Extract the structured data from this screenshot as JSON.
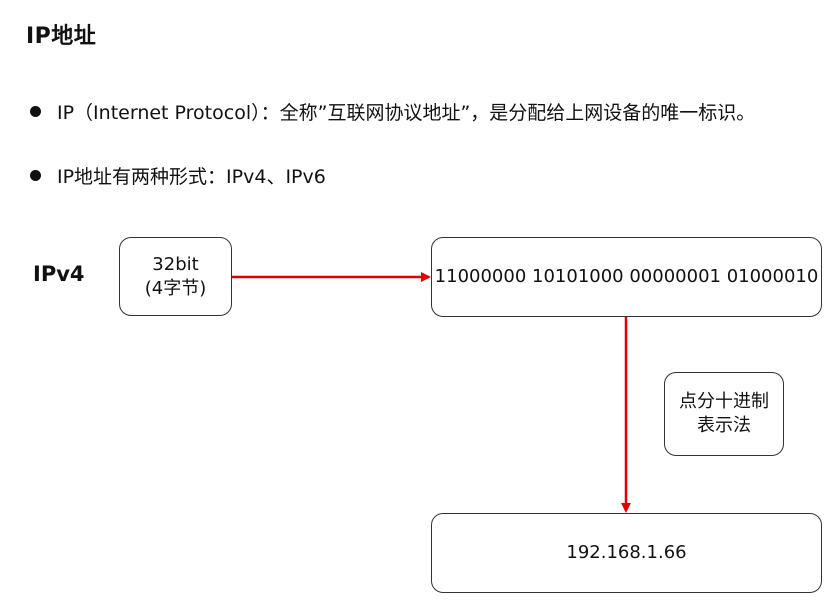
{
  "title": "IP地址",
  "bullets": [
    "IP（Internet Protocol）：全称”互联网协议地址”，是分配给上网设备的唯一标识。",
    "IP地址有两种形式：IPv4、IPv6"
  ],
  "diagram": {
    "ipv4_label": "IPv4",
    "bits_box": {
      "line1": "32bit",
      "line2": "(4字节)"
    },
    "binary_box": "11000000 10101000 00000001 01000010",
    "method_box": {
      "line1": "点分十进制",
      "line2": "表示法"
    },
    "dotted_box": "192.168.1.66",
    "arrow_color": "#e00000"
  }
}
